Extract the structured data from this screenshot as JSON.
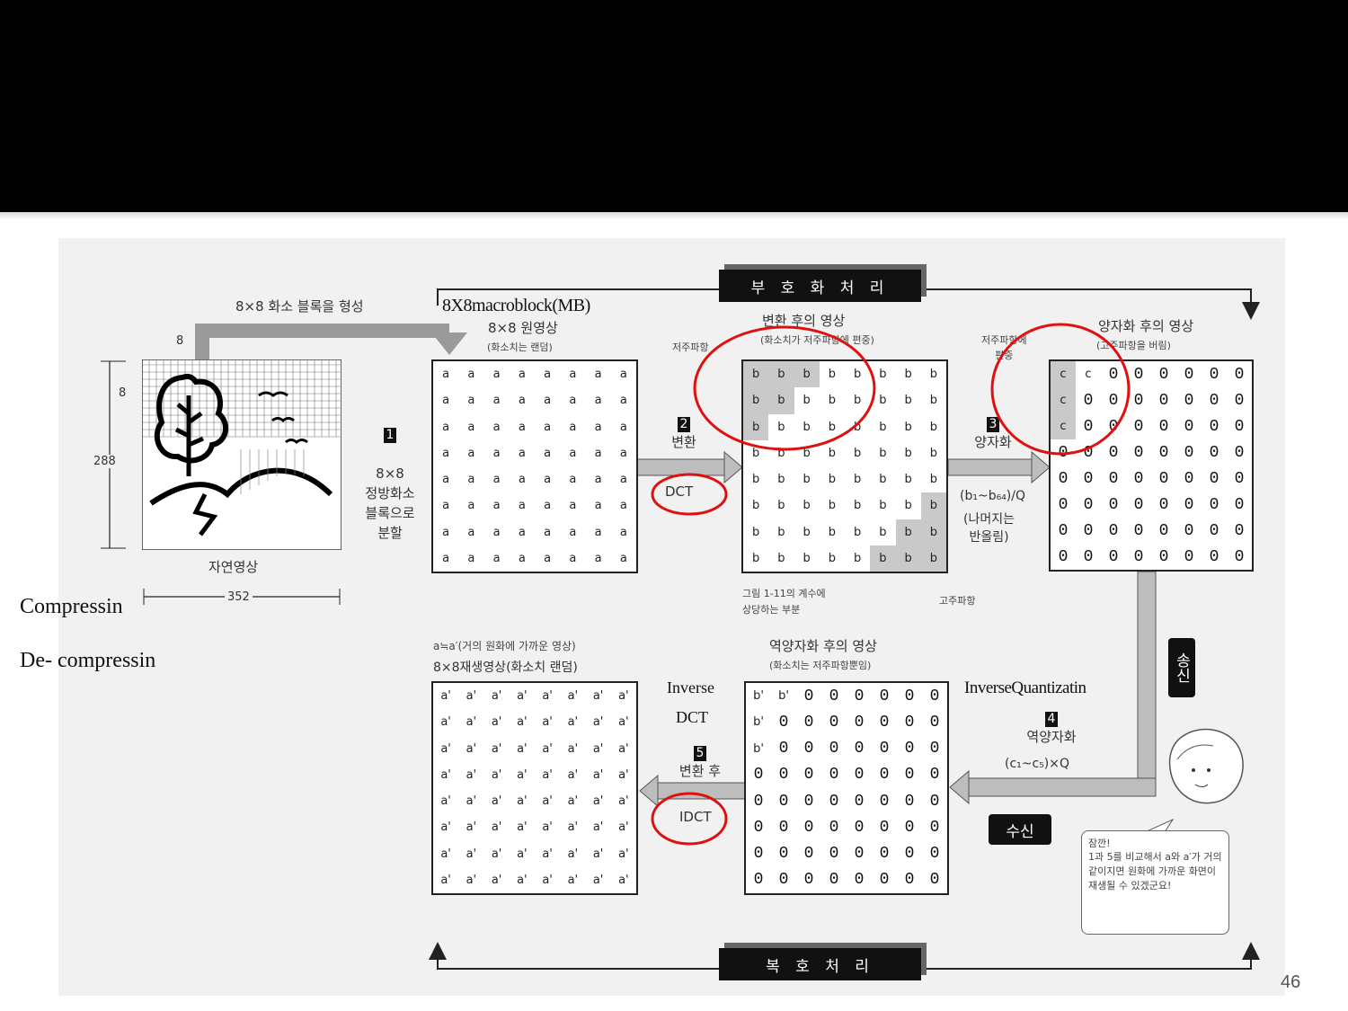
{
  "slide": {
    "page_number": "46",
    "labels": {
      "compression": "Compressin",
      "decompression": "De- compressin"
    }
  },
  "annotations": {
    "mb": "8X8macroblock(MB)",
    "inverse_dct_1": "Inverse",
    "inverse_dct_2": "DCT",
    "inverse_quant": "InverseQuantizatin"
  },
  "figure": {
    "encode_banner": "부 호 화 처 리",
    "decode_banner": "복 호 처 리",
    "block_form": "8×8 화소 블록을 형성",
    "natural_image": "자연영상",
    "dim_width": "352",
    "dim_height": "288",
    "dim_block": "8",
    "original": {
      "title": "8×8 원영상",
      "sub": "(화소치는 랜덤)"
    },
    "step1": {
      "num": "1",
      "text": "8×8\n정방화소\n블록으로\n분할"
    },
    "step2": {
      "num": "2",
      "text": "변환",
      "dct": "DCT"
    },
    "transformed": {
      "title": "변환 후의 영상",
      "sub": "(화소치가 저주파항에 편중)",
      "low_label": "저주파항",
      "high_label": "고주파항",
      "caption": "그림 1-11의 계수에\n상당하는 부분"
    },
    "step3": {
      "num": "3",
      "text": "양자화",
      "formula": "(b₁~b₆₄)/Q",
      "note": "(나머지는\n반올림)"
    },
    "quantized": {
      "title": "양자화 후의 영상",
      "sub": "(고주파항을 버림)",
      "low_label": "저주파항에\n편중"
    },
    "send": "송신",
    "receive": "수신",
    "step4": {
      "num": "4",
      "text": "역양자화",
      "formula": "(c₁~c₅)×Q"
    },
    "dequantized": {
      "title": "역양자화 후의 영상",
      "sub": "(화소치는 저주파항뿐임)"
    },
    "step5": {
      "num": "5",
      "text": "변환 후",
      "idct": "IDCT"
    },
    "reconstructed": {
      "title_line1": "a≒a′(거의 원화에 가까운 영상)",
      "title_line2": "8×8재생영상(화소치 랜덤)"
    },
    "tip": {
      "head": "잠깐!",
      "body": "1과 5를 비교해서 a와 a′가 거의 같이지면 원화에 가까운 화면이 재생될 수 있겠군요!"
    }
  },
  "colors": {
    "circle": "#e01010",
    "arrow": "#d01010",
    "band": "#000000"
  }
}
